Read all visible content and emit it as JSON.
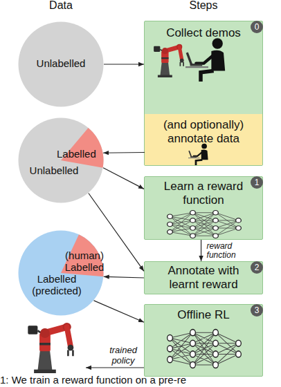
{
  "diagram": {
    "caption": "1: We train a reward function on a pre-re",
    "nodes": [
      {
        "text": [
          "Unlabelled"
        ]
      },
      {
        "text": [
          "Collect demos"
        ]
      },
      {
        "text": [
          "(and optionally) annotate data"
        ],
        "in": 1
      },
      {
        "text": [
          "Labelled",
          "Unlabelled"
        ]
      },
      {
        "text": [
          "Learn a reward function"
        ]
      },
      {
        "text": [
          "(human) Labelled",
          "Labelled (predicted)"
        ]
      },
      {
        "text": [
          "Annotate with learnt reward"
        ]
      },
      {
        "text": [
          "Offline RL"
        ]
      }
    ],
    "edges": [
      {
        "from": 0,
        "to": 1,
        "arrow": "to"
      },
      {
        "from": 2,
        "to": 3,
        "arrow": "to"
      },
      {
        "from": 3,
        "to": 4,
        "arrow": "to"
      },
      {
        "from": 3,
        "to": 6,
        "arrow": "to"
      },
      {
        "from": 4,
        "to": 6,
        "label": "reward function",
        "arrow": "to"
      },
      {
        "from": 6,
        "to": 5,
        "arrow": "to"
      },
      {
        "from": 5,
        "to": 7,
        "arrow": "to"
      }
    ],
    "labels": [
      "Data",
      "Steps",
      "0",
      "1",
      "2",
      "3",
      "trained policy"
    ]
  }
}
